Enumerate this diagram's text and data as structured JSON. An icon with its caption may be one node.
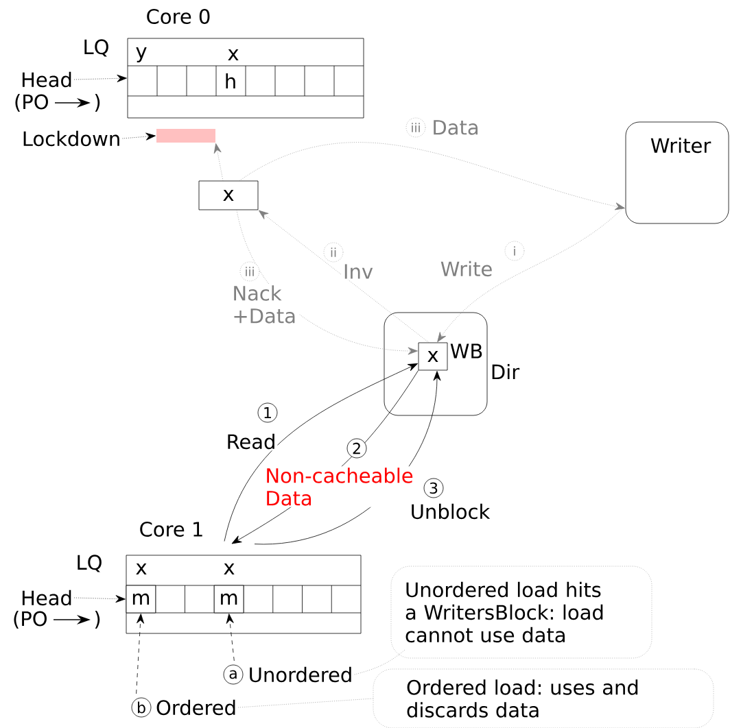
{
  "diagram": {
    "nodes": [
      {
        "text": [
          "Core 0"
        ],
        "beside": [
          "LQ"
        ]
      },
      {
        "text": [
          "Head"
        ]
      },
      {
        "text": [
          "Lockdown"
        ]
      },
      {
        "text": [],
        "shape": "bar"
      },
      {
        "text": [
          "x"
        ]
      },
      {
        "text": [
          "Writer"
        ]
      },
      {
        "text": [
          "Dir"
        ]
      },
      {
        "text": [
          "x"
        ],
        "beside": [
          "WB"
        ],
        "in": 6
      },
      {
        "text": [
          "Core 1"
        ],
        "beside": [
          "LQ"
        ]
      },
      {
        "text": [
          "Head"
        ]
      },
      {
        "text": [
          "m"
        ],
        "beside": [
          "x"
        ],
        "in": 8
      },
      {
        "text": [
          "m"
        ],
        "beside": [
          "x"
        ],
        "in": 8
      },
      {
        "text": [
          "Ordered"
        ]
      },
      {
        "text": [
          "Unordered"
        ]
      },
      {
        "text": [
          "Unordered load hits a WritersBlock: load cannot use data"
        ]
      },
      {
        "text": [
          "Ordered load: uses and discards data"
        ]
      }
    ],
    "edges": [
      {
        "from": 1,
        "to": 0,
        "arrow": "to",
        "style": "dashed"
      },
      {
        "from": 2,
        "to": 3,
        "arrow": "to",
        "style": "dashed"
      },
      {
        "from": 4,
        "to": 3,
        "arrow": "to",
        "style": "dashed",
        "color": "#808080"
      },
      {
        "from": 4,
        "to": 5,
        "arrow": "to",
        "style": "dashed",
        "color": "#808080",
        "label": "Data"
      },
      {
        "from": 5,
        "to": 7,
        "arrow": "to",
        "style": "dashed",
        "color": "#808080",
        "label": "Write"
      },
      {
        "from": 7,
        "to": 4,
        "arrow": "to",
        "style": "dashed",
        "color": "#808080",
        "label": "Inv"
      },
      {
        "from": 4,
        "to": 7,
        "arrow": "to",
        "style": "dashed",
        "color": "#808080",
        "label": "Nack +Data"
      },
      {
        "from": 8,
        "to": 7,
        "arrow": "to",
        "label": "Read"
      },
      {
        "from": 7,
        "to": 8,
        "arrow": "to",
        "label": "Non-cacheable Data"
      },
      {
        "from": 8,
        "to": 7,
        "arrow": "to",
        "label": "Unblock"
      },
      {
        "from": 9,
        "to": 10,
        "arrow": "to",
        "style": "dashed"
      },
      {
        "from": 12,
        "to": 10,
        "arrow": "to",
        "style": "dashed"
      },
      {
        "from": 13,
        "to": 11,
        "arrow": "to",
        "style": "dashed"
      },
      {
        "from": 13,
        "to": 14,
        "arrow": "none",
        "style": "dashed",
        "color": "#808080"
      },
      {
        "from": 12,
        "to": 15,
        "arrow": "none",
        "style": "dashed",
        "color": "#808080"
      }
    ],
    "labels": [
      "y",
      "x",
      "h",
      "(PO",
      ")",
      "iii",
      "ii",
      "i",
      "iii",
      "1",
      "2",
      "3",
      "(PO",
      ")",
      "a",
      "b"
    ]
  }
}
